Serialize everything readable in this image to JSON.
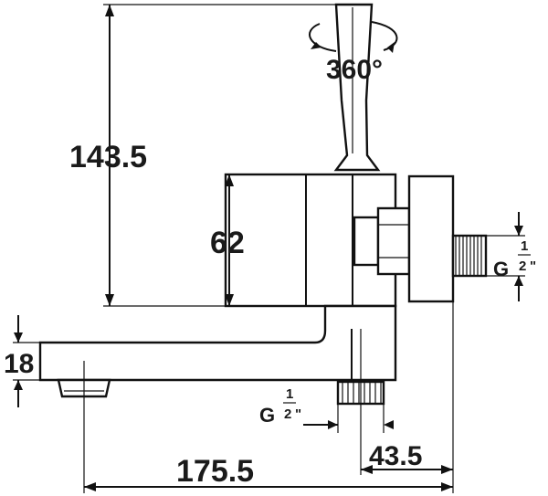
{
  "dimensions": {
    "total_height": "143.5",
    "body_height": "62",
    "spout_thickness": "18",
    "rotation": "360°",
    "total_length": "175.5",
    "connector_offset": "43.5"
  },
  "threads": {
    "side_inlet": {
      "prefix": "G",
      "numerator": "1",
      "denominator": "2",
      "suffix": "\""
    },
    "bottom_outlet": {
      "prefix": "G",
      "numerator": "1",
      "denominator": "2",
      "suffix": "\""
    }
  }
}
